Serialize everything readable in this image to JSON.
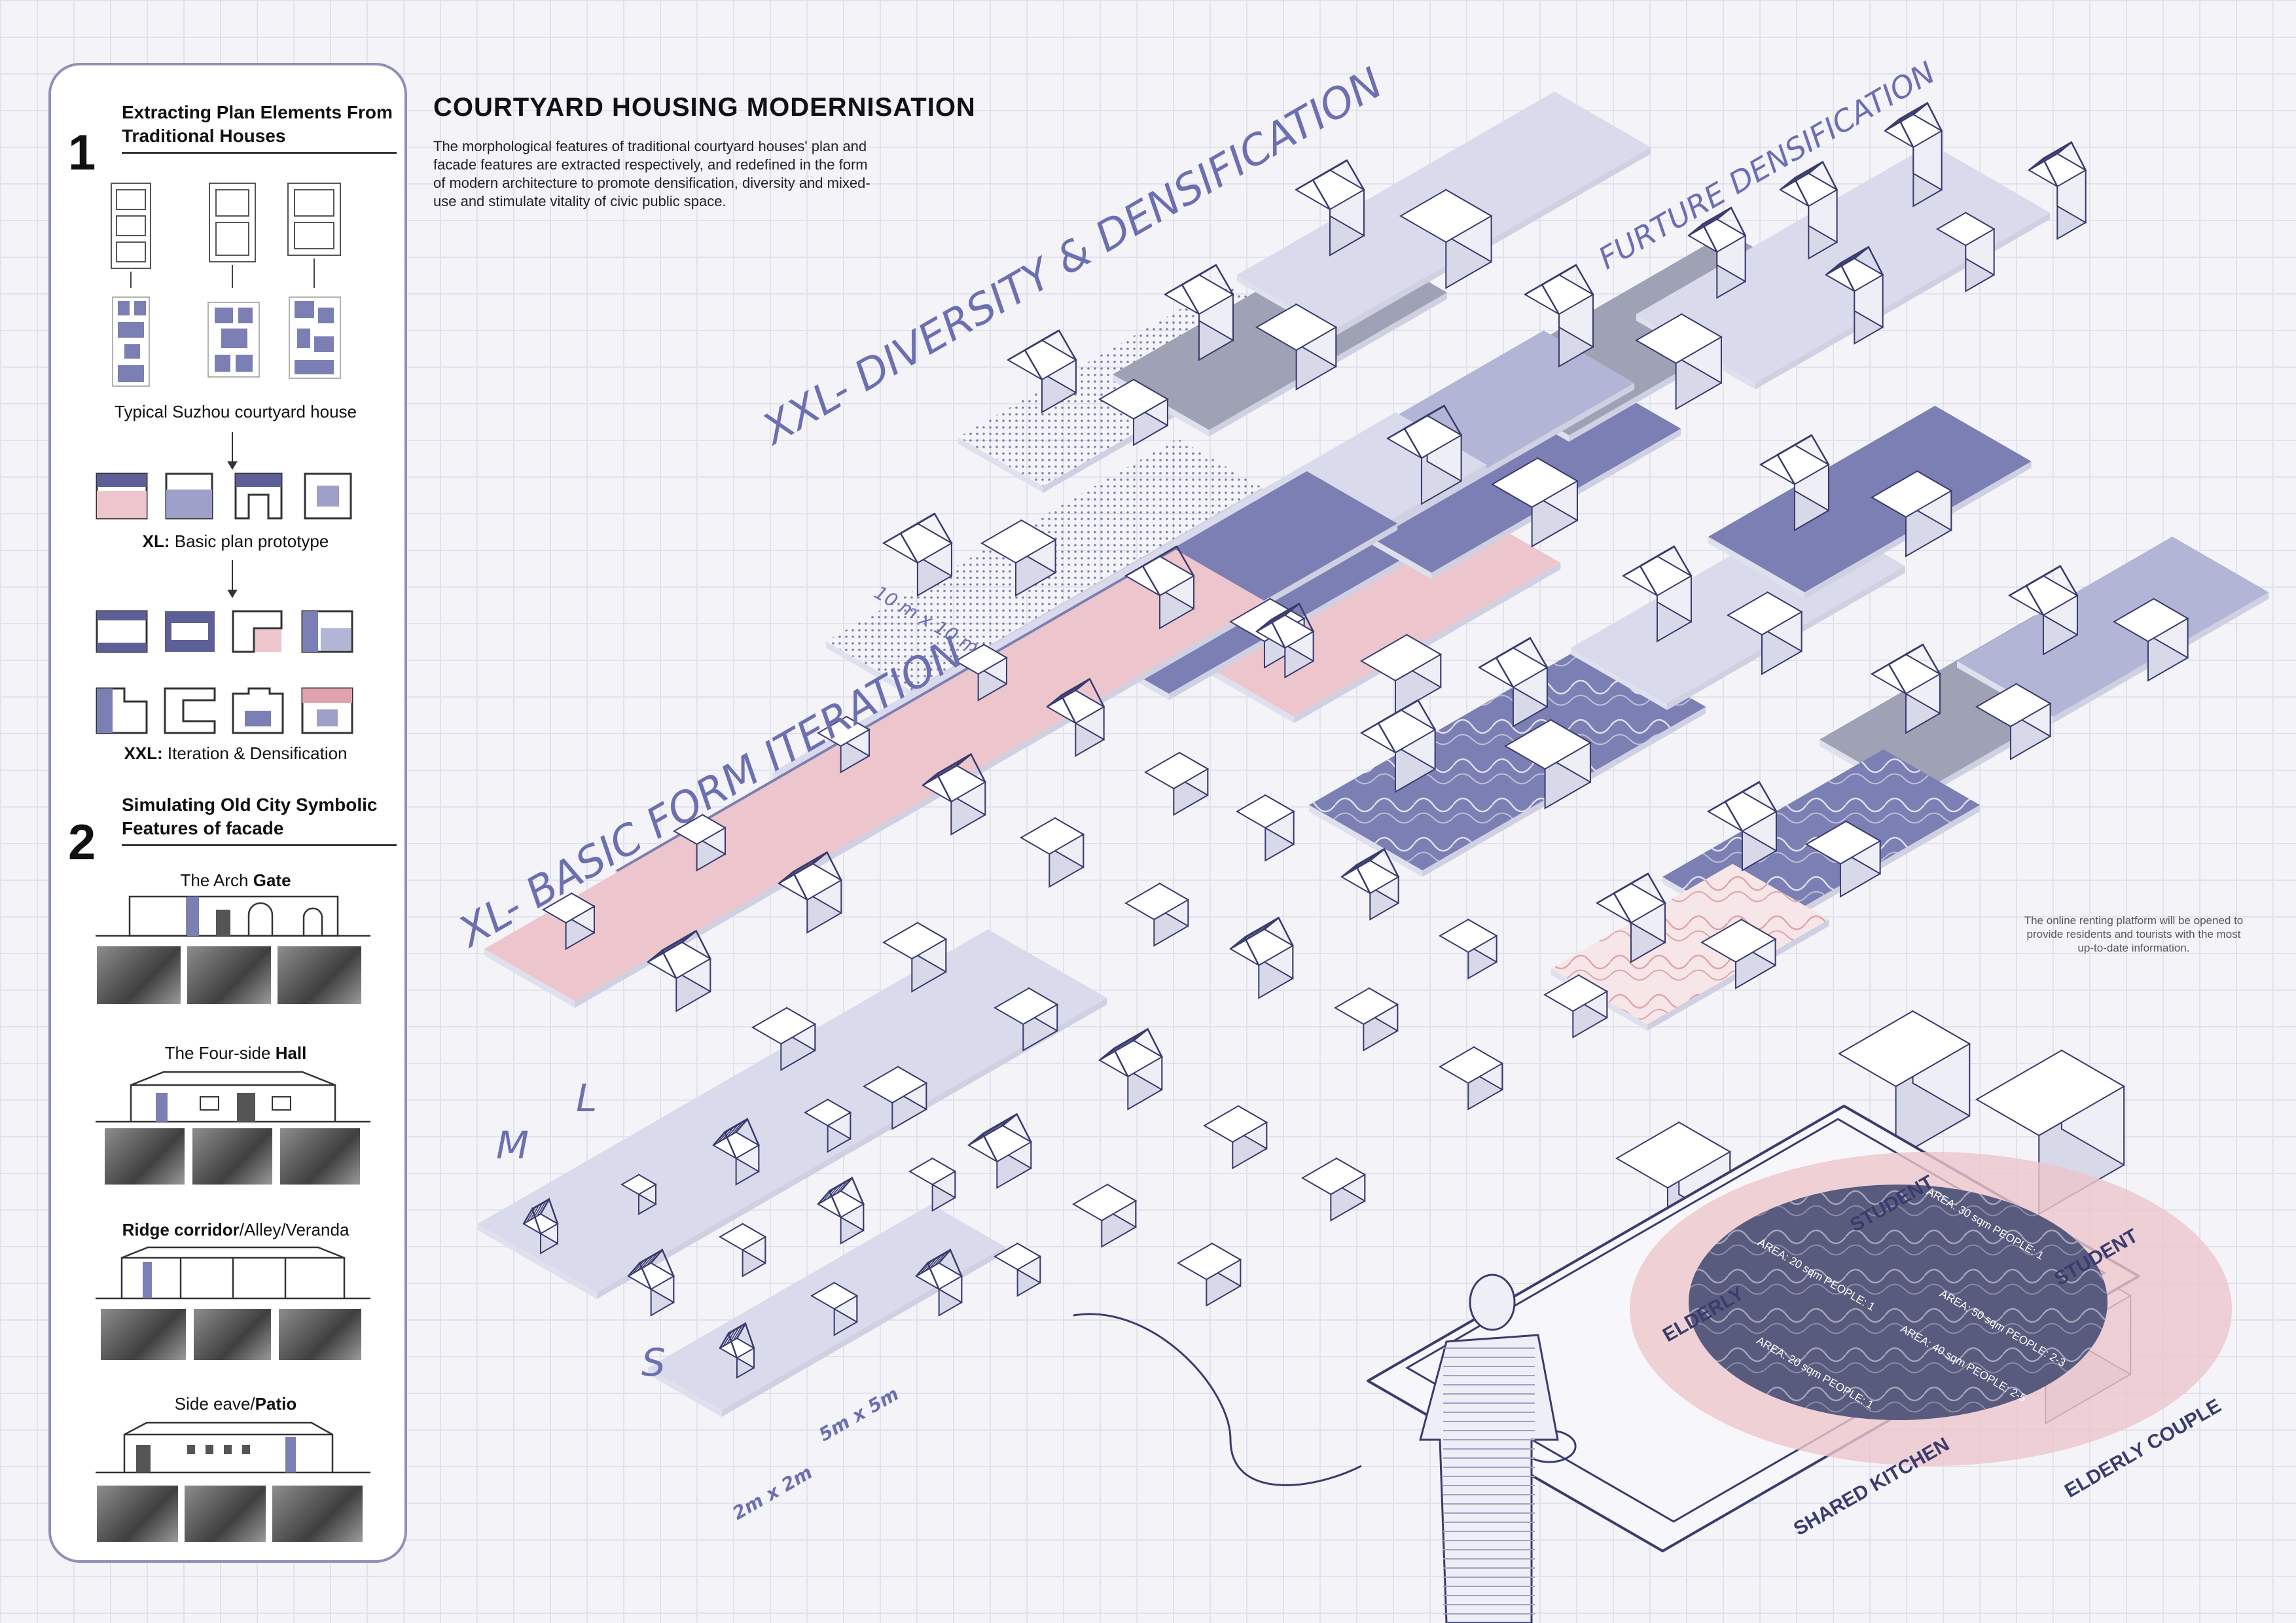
{
  "header": {
    "title": "COURTYARD HOUSING MODERNISATION",
    "description": "The morphological features of traditional courtyard houses' plan and facade features are extracted respectively, and redefined in the form of modern architecture to promote densification, diversity and mixed-use and stimulate vitality of civic public space."
  },
  "sidebar": {
    "section1": {
      "number": "1",
      "title_line1": "Extracting Plan Elements From",
      "title_line2": "Traditional Houses",
      "caption_suzhou": "Typical Suzhou courtyard house",
      "caption_xl_bold": "XL:",
      "caption_xl_rest": " Basic plan prototype",
      "caption_xxl_bold": "XXL:",
      "caption_xxl_rest": " Iteration & Densification"
    },
    "section2": {
      "number": "2",
      "title_line1": "Simulating Old City Symbolic",
      "title_line2": "Features of facade",
      "arch_pre": "The Arch ",
      "arch_bold": "Gate",
      "hall_pre": "The Four-side ",
      "hall_bold": "Hall",
      "ridge_bold": "Ridge corridor",
      "ridge_rest": "/Alley/Veranda",
      "eave_pre": "Side eave/",
      "eave_bold": "Patio"
    }
  },
  "diagram": {
    "label_xxl": "XXL- DIVERSITY & DENSIFICATION",
    "label_future": "FURTURE DENSIFICATION",
    "label_xl": "XL- BASIC FORM ITERATION",
    "label_m": "M",
    "label_l": "L",
    "label_s": "S",
    "dim_10": "10 m x 10 m",
    "dim_5": "5m x 5m",
    "dim_2": "2m x 2m",
    "note": "The online renting platform will be opened to provide residents and tourists with the most up-to-date information.",
    "rooms": [
      "STUDENT",
      "STUDENT",
      "ELDERLY",
      "SHARED KITCHEN",
      "ELDERLY COUPLE"
    ],
    "areas": [
      "AREA: 20 sqm PEOPLE: 1",
      "AREA: 30 sqm PEOPLE: 1",
      "AREA: 20 sqm PEOPLE: 1",
      "AREA: 40 sqm PEOPLE: 2-5",
      "AREA: 50 sqm PEOPLE: 2-3"
    ]
  },
  "colors": {
    "accent": "#6c6fb0",
    "dark_slab": "#7c7fb3",
    "mid_slab": "#b3b5d6",
    "light_slab": "#d9dbec",
    "grey_slab": "#9fa1b5",
    "pink_slab": "#ecc6cc",
    "pink_strong": "#e0a3ad"
  }
}
